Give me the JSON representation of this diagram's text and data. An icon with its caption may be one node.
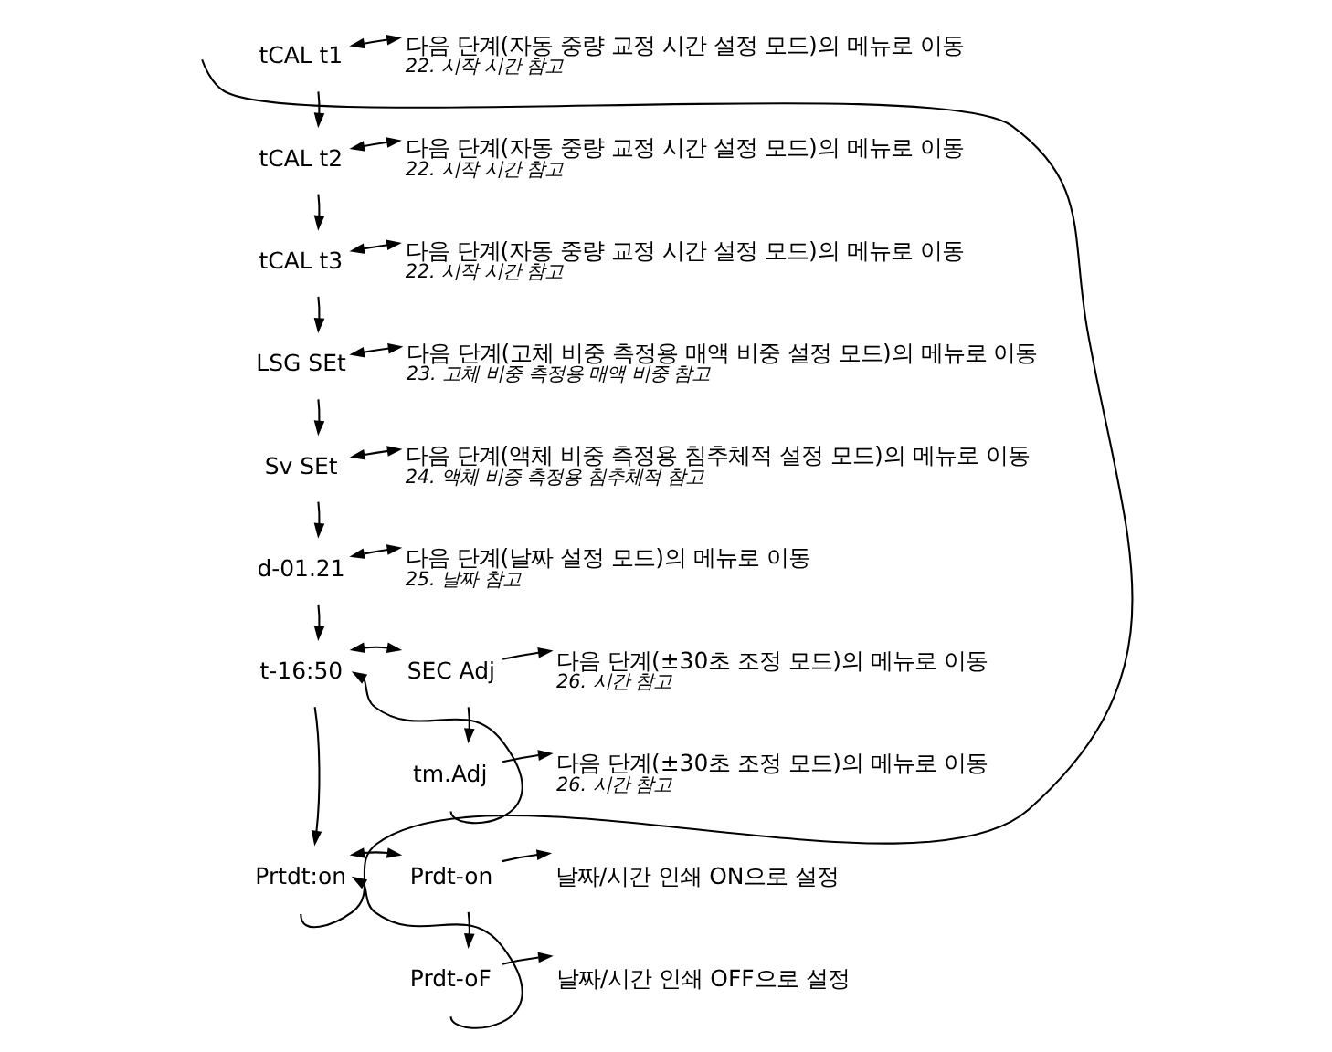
{
  "diagram": {
    "nodes": [
      {
        "text": [
          "tCAL t1"
        ]
      },
      {
        "text": [
          "다음 단계(자동 중량 교정 시간 설정 모드)의 메뉴로 이동",
          "22. 시작 시간 참고"
        ]
      },
      {
        "text": [
          "tCAL t2"
        ]
      },
      {
        "text": [
          "다음 단계(자동 중량 교정 시간 설정 모드)의 메뉴로 이동",
          "22. 시작 시간 참고"
        ]
      },
      {
        "text": [
          "tCAL t3"
        ]
      },
      {
        "text": [
          "다음 단계(자동 중량 교정 시간 설정 모드)의 메뉴로 이동",
          "22. 시작 시간 참고"
        ]
      },
      {
        "text": [
          "LSG SEt"
        ]
      },
      {
        "text": [
          "다음 단계(고체 비중 측정용 매액 비중 설정 모드)의 메뉴로 이동",
          "23. 고체 비중 측정용 매액 비중 참고"
        ]
      },
      {
        "text": [
          "Sv SEt"
        ]
      },
      {
        "text": [
          "다음 단계(액체 비중 측정용 침추체적 설정 모드)의 메뉴로 이동",
          "24. 액체 비중 측정용 침추체적 참고"
        ]
      },
      {
        "text": [
          "d-01.21"
        ]
      },
      {
        "text": [
          "다음 단계(날짜 설정 모드)의 메뉴로 이동",
          "25. 날짜 참고"
        ]
      },
      {
        "text": [
          "t-16:50"
        ]
      },
      {
        "text": [
          "SEC Adj"
        ]
      },
      {
        "text": [
          "다음 단계(±30초 조정 모드)의 메뉴로 이동",
          "26. 시간 참고"
        ]
      },
      {
        "text": [
          "tm.Adj"
        ]
      },
      {
        "text": [
          "다음 단계(±30초 조정 모드)의 메뉴로 이동",
          "26. 시간 참고"
        ]
      },
      {
        "text": [
          "Prtdt:on"
        ]
      },
      {
        "text": [
          "Prdt-on"
        ]
      },
      {
        "text": [
          "날짜/시간 인쇄 ON으로 설정"
        ]
      },
      {
        "text": [
          "Prdt-oF"
        ]
      },
      {
        "text": [
          "날짜/시간 인쇄 OFF으로 설정"
        ]
      }
    ],
    "edges": [
      {
        "from": 0,
        "to": 1,
        "arrow": "both"
      },
      {
        "from": 0,
        "to": 2,
        "arrow": "to"
      },
      {
        "from": 2,
        "to": 3,
        "arrow": "both"
      },
      {
        "from": 2,
        "to": 4,
        "arrow": "to"
      },
      {
        "from": 4,
        "to": 5,
        "arrow": "both"
      },
      {
        "from": 4,
        "to": 6,
        "arrow": "to"
      },
      {
        "from": 6,
        "to": 7,
        "arrow": "both"
      },
      {
        "from": 6,
        "to": 8,
        "arrow": "to"
      },
      {
        "from": 8,
        "to": 9,
        "arrow": "both"
      },
      {
        "from": 8,
        "to": 10,
        "arrow": "to"
      },
      {
        "from": 10,
        "to": 11,
        "arrow": "both"
      },
      {
        "from": 10,
        "to": 12,
        "arrow": "to"
      },
      {
        "from": 12,
        "to": 13,
        "arrow": "both"
      },
      {
        "from": 13,
        "to": 14,
        "arrow": "to"
      },
      {
        "from": 13,
        "to": 15,
        "arrow": "to"
      },
      {
        "from": 15,
        "to": 16,
        "arrow": "to"
      },
      {
        "from": 15,
        "to": 12,
        "arrow": "to"
      },
      {
        "from": 12,
        "to": 17,
        "arrow": "to"
      },
      {
        "from": 17,
        "to": 18,
        "arrow": "both"
      },
      {
        "from": 18,
        "to": 19,
        "arrow": "to"
      },
      {
        "from": 18,
        "to": 20,
        "arrow": "to"
      },
      {
        "from": 20,
        "to": 21,
        "arrow": "to"
      },
      {
        "from": 20,
        "to": 17,
        "arrow": "to"
      },
      {
        "from": 17,
        "to": null,
        "arrow": "none"
      }
    ]
  }
}
